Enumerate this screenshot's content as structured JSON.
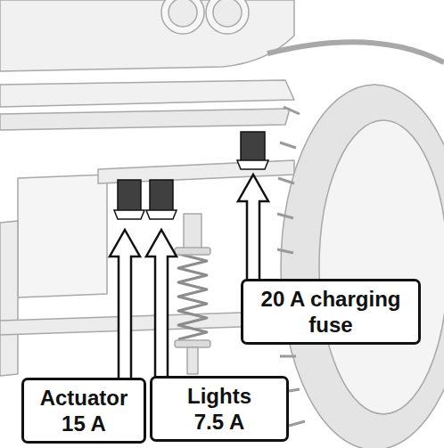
{
  "diagram": {
    "nodes": [
      {
        "text": [
          "20 A charging fuse"
        ]
      },
      {
        "text": [
          "Actuator 15 A"
        ]
      },
      {
        "text": [
          "Lights 7.5 A"
        ]
      }
    ]
  }
}
